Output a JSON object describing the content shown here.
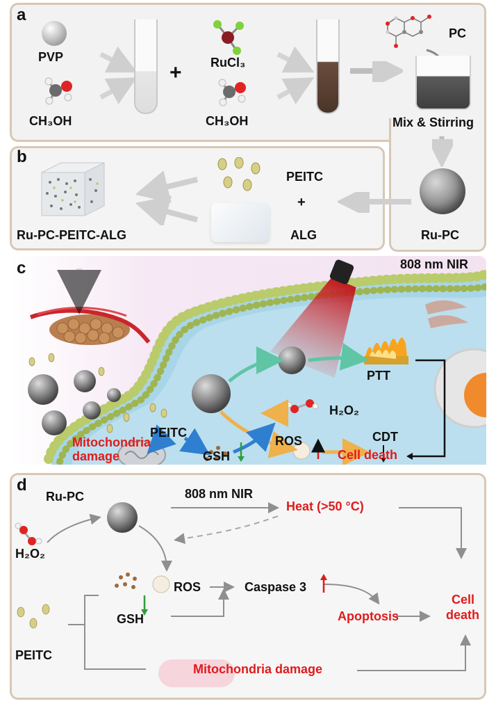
{
  "panel_a": {
    "letter": "a",
    "pvp": "PVP",
    "ch3oh_1": "CH₃OH",
    "plus": "+",
    "rucl3": "RuCl₃",
    "ch3oh_2": "CH₃OH",
    "pc": "PC",
    "mix": "Mix & Stirring"
  },
  "panel_b": {
    "letter": "b",
    "product": "Ru-PC-PEITC-ALG",
    "peitc": "PEITC",
    "plus": "+",
    "alg": "ALG",
    "ru_pc": "Ru-PC"
  },
  "panel_c": {
    "letter": "c",
    "nir": "808 nm NIR",
    "ptt": "PTT",
    "h2o2": "H₂O₂",
    "peitc": "PEITC",
    "ros": "ROS",
    "cdt": "CDT",
    "mito_1": "Mitochondria",
    "mito_2": "damage",
    "gsh": "GSH",
    "cell_death": "Cell death"
  },
  "panel_d": {
    "letter": "d",
    "ru_pc": "Ru-PC",
    "nir": "808 nm NIR",
    "heat": "Heat (>50 °C)",
    "h2o2": "H₂O₂",
    "ros": "ROS",
    "caspase": "Caspase 3",
    "gsh": "GSH",
    "apoptosis": "Apoptosis",
    "cell": "Cell",
    "death": "death",
    "peitc": "PEITC",
    "mito": "Mitochondria damage"
  },
  "colors": {
    "panel_border": "#d8c7b4",
    "red_text": "#e01b1b",
    "arrow_gray": "#9a9a9a",
    "green_arrow": "#2e9e3a",
    "membrane_green": "#b7c96a",
    "cell_blue": "#9fd0e6"
  }
}
